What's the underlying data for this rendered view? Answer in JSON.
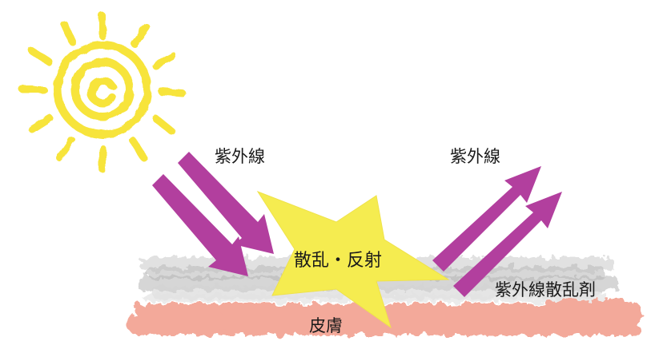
{
  "labels": {
    "uv_incoming": "紫外線",
    "uv_reflected": "紫外線",
    "scatter_reflect": "散乱・反射",
    "uv_scatterer": "紫外線散乱剤",
    "skin": "皮膚"
  },
  "icons": {
    "sun": "sun-icon",
    "star": "star-burst-icon"
  },
  "colors": {
    "sun": "#f7e43a",
    "arrow": "#b23f9e",
    "star": "#f5ec50",
    "scatter_layer": "#b9b9b9",
    "skin": "#f3a99a"
  }
}
